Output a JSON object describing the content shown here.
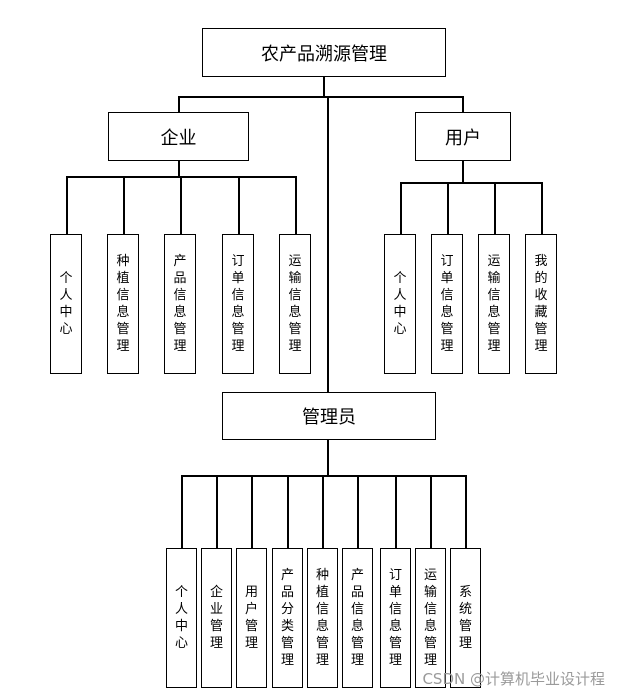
{
  "diagram": {
    "root": "农产品溯源管理",
    "enterprise": {
      "label": "企业",
      "children": [
        "个人中心",
        "种植信息管理",
        "产品信息管理",
        "订单信息管理",
        "运输信息管理"
      ]
    },
    "user": {
      "label": "用户",
      "children": [
        "个人中心",
        "订单信息管理",
        "运输信息管理",
        "我的收藏管理"
      ]
    },
    "admin": {
      "label": "管理员",
      "children": [
        "个人中心",
        "企业管理",
        "用户管理",
        "产品分类管理",
        "种植信息管理",
        "产品信息管理",
        "订单信息管理",
        "运输信息管理",
        "系统管理"
      ]
    }
  },
  "watermark": "CSDN @计算机毕业设计程"
}
